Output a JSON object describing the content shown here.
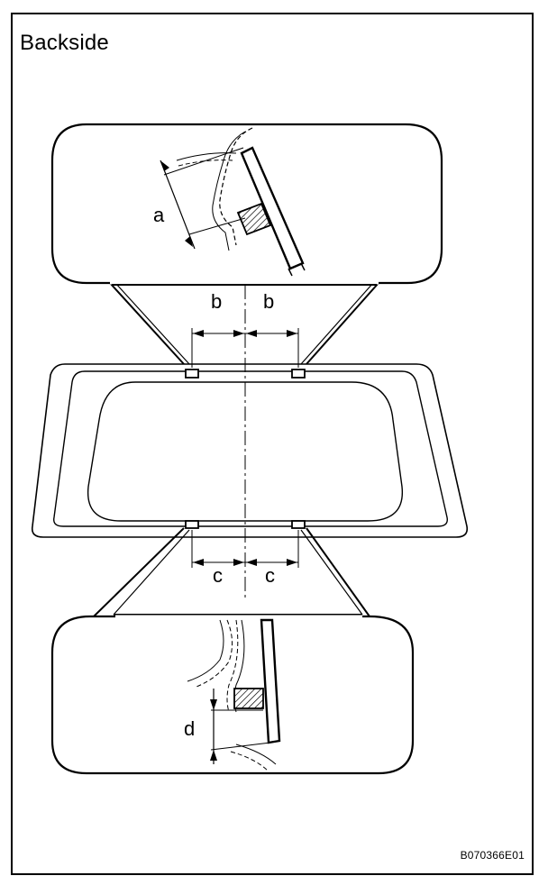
{
  "title": "Backside",
  "figure_code": "B070366E01",
  "labels": {
    "a": "a",
    "b_left": "b",
    "b_right": "b",
    "c_left": "c",
    "c_right": "c",
    "d": "d"
  }
}
